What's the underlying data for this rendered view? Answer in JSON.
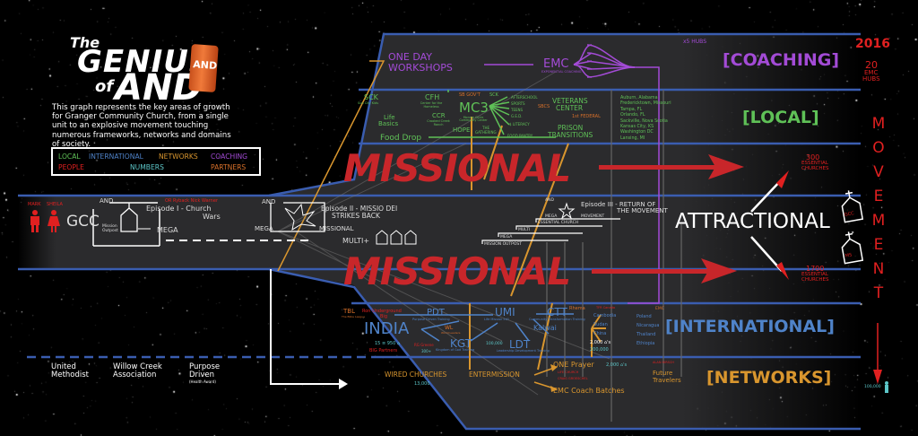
{
  "title": {
    "the": "The",
    "genius": "GENIUS",
    "of": "of",
    "and": "AND",
    "can_label": "AND"
  },
  "description": "This graph represents the key areas of growth for Granger Community Church, from a single unit to an explosive movement touching numerous frameworks, networks and domains of society.",
  "legend": {
    "items": [
      {
        "label": "LOCAL",
        "color": "#5fc157"
      },
      {
        "label": "INTERNATIONAL",
        "color": "#4f83c9"
      },
      {
        "label": "NETWORKS",
        "color": "#d9962e"
      },
      {
        "label": "COACHING",
        "color": "#a34bd6"
      },
      {
        "label": "PEOPLE",
        "color": "#e02020"
      },
      {
        "label": "NUMBERS",
        "color": "#5cc6c8"
      },
      {
        "label": "PARTNERS",
        "color": "#d8702a"
      }
    ]
  },
  "timeline": {
    "founders": [
      "MARK",
      "SHEILA"
    ],
    "gcc": "GCC",
    "ep1": {
      "and": "AND",
      "note": "OR Ryback Nick Warner",
      "title_1": "Episode I - Church",
      "title_2": "Wars",
      "outpost": "Mission Outpost",
      "mega": "MEGA"
    },
    "ep2": {
      "and": "AND",
      "title_1": "Episode II - MISSIO DEI",
      "title_2": "STRIKES BACK",
      "mega": "MEGA",
      "missional": "MISSIONAL",
      "multi": "MULTI+"
    },
    "ep3": {
      "and": "AND",
      "title_1": "Episode III - RETURN OF",
      "title_2": "THE MOVEMENT",
      "mega": "MEGA",
      "movement": "MOVEMENT",
      "stairs": [
        "ESSENTIAL CHURCH",
        "MULTI",
        "MEGA",
        "MISSION OUTPOST"
      ]
    },
    "attractional": "ATTRACTIONAL"
  },
  "bands": {
    "coaching": {
      "label": "[COACHING]",
      "workshops_1": "ONE DAY",
      "workshops_2": "WORKSHOPS",
      "emc": "EMC",
      "emc_sub": "EXPONENTIAL COACHING",
      "hubs": "x5 HUBS"
    },
    "local": {
      "label": "[LOCAL]",
      "items": {
        "sck": "SCK",
        "sck_sub": "Sun City Kids",
        "cfh": "CFH",
        "cfh_sub": "Center for the Homeless",
        "life_basics_1": "Life",
        "life_basics_2": "Basics",
        "ccr": "CCR",
        "ccr_sub": "Crooked Creek Ranch",
        "sb_govt": "SB GOV'T",
        "sck2": "SCK",
        "mc3": "MC3",
        "mc3_sub": "Monroe Circle Community Center",
        "hope": "HOPE",
        "gathering_1": "THE",
        "gathering_2": "GATHERING",
        "food_drop": "Food Drop",
        "programs": [
          "AFTERSCHOOL",
          "SPORTS",
          "TEENS",
          "G.E.D.",
          "$ LITERACY",
          "FOOD PANTRY"
        ],
        "sbcs": "SBCS",
        "veterans_1": "VETERANS",
        "veterans_2": "CENTER",
        "first_federal": "1st FEDERAL",
        "prison_1": "PRISON",
        "prison_2": "TRANSITIONS"
      },
      "cities": [
        "Auburn, Alabama",
        "Fredericktown, Missouri",
        "Tampa, FL",
        "Orlando, FL",
        "Sackville, Nova Scotia",
        "Kansas City, KS",
        "Washington DC",
        "Lansing, MI"
      ]
    },
    "missional_top": "MISSIONAL",
    "missional_bottom": "MISSIONAL",
    "international": {
      "label": "[INTERNATIONAL]",
      "tbl": "TBL",
      "tbl_sub": "The Bible League",
      "underground_1": "Ron Underground",
      "underground_2": "Big",
      "india": "INDIA",
      "india_stats": "15 ≡ 950 ⌂",
      "big_partners": "BIG Partners",
      "pdt": "PDT",
      "pdt_sub": "Purpose Driven Training",
      "wl": "WL",
      "wl_sub": "World Leaders",
      "kgt": "KGT",
      "kgt_sub": "Kingdom of God Training",
      "ron_greene": "RG Greene",
      "kgt_count": "300+",
      "umi": "UMI",
      "umi_sub": "Life Mission Int'l",
      "umi_count": "100,000",
      "ldt": "LDT",
      "ldt_sub": "Leadership Development Training",
      "ctt": "CTT",
      "ctt_sub": "Community Transformation Training",
      "kalwai": "Kalwai",
      "rhema": "Rhema",
      "tfr_canada": "TFR Canada",
      "countries_a": [
        "Cambodia",
        "Sudan",
        "China"
      ],
      "church_count": "2,000 ⌂'s",
      "people_count": "200,000",
      "countries_b": [
        "Poland",
        "Nicaragua",
        "Thailand",
        "Ethiopia"
      ],
      "emc": "EMC"
    },
    "networks": {
      "label": "[NETWORKS]",
      "wired": "WIRED CHURCHES",
      "wired_count": "13,000",
      "entermission": "ENTERMISSION",
      "one_prayer": "ONE Prayer",
      "one_prayer_count": "2,000 ⌂'s",
      "life_church": "LIFE CHURCH",
      "craig": "CRAIG GROESCHEL",
      "emc_coach": "EMC Coach Batches",
      "alan_hirsch": "ALAN HIRSCH",
      "future_1": "Future",
      "future_2": "Travelers"
    }
  },
  "partners_left": [
    {
      "line1": "United",
      "line2": "Methodist"
    },
    {
      "line1": "Willow Creek",
      "line2": "Association"
    },
    {
      "line1": "Purpose",
      "line2": "Driven",
      "sub": "(Health Award)"
    }
  ],
  "right": {
    "year": "2016",
    "hubs_1": "20",
    "hubs_2": "EMC",
    "hubs_3": "HUBS",
    "movement_letters": [
      "M",
      "O",
      "V",
      "E",
      "M",
      "E",
      "N",
      "T"
    ],
    "churches_top_num": "300",
    "churches_top_1": "ESSENTIAL",
    "churches_top_2": "CHURCHES",
    "churches_bottom_num": "1700",
    "churches_bottom_1": "ESSENTIAL",
    "churches_bottom_2": "CHURCHES",
    "gcc_badge": "GCC",
    "ms_badge": "MS",
    "final_count": "100,000"
  },
  "colors": {
    "local": "#5fc157",
    "international": "#4f83c9",
    "networks": "#d9962e",
    "coaching": "#a34bd6",
    "people": "#e02020",
    "numbers": "#5cc6c8",
    "partners": "#d8702a",
    "missional": "#c8262a",
    "band_line": "#3a5db0",
    "panel": "#2a2a2c"
  }
}
